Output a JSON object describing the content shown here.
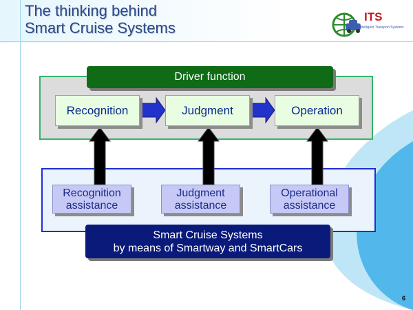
{
  "title": {
    "line1": "The thinking behind",
    "line2": "Smart Cruise Systems"
  },
  "logo": {
    "text": "ITS",
    "subtitle": "Intelligent Transport Systems",
    "icon": "globe-car-icon"
  },
  "driver_function": {
    "header": "Driver function",
    "steps": [
      "Recognition",
      "Judgment",
      "Operation"
    ]
  },
  "assistance": {
    "items": [
      [
        "Recognition",
        "assistance"
      ],
      [
        "Judgment",
        "assistance"
      ],
      [
        "Operational",
        "assistance"
      ]
    ]
  },
  "footer_box": {
    "line1": "Smart Cruise Systems",
    "line2": "by means of Smartway and SmartCars"
  },
  "page_number": "6",
  "colors": {
    "title": "#2a4a86",
    "green_header": "#0f6b16",
    "navy_box": "#0a1a7a",
    "function_box": "#e9fde3",
    "assist_box": "#c6c9f6",
    "flow_arrow": "#2233cc",
    "vertical_arrow": "#000000"
  }
}
